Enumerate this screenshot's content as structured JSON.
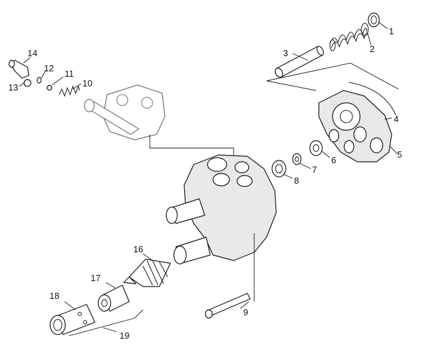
{
  "callouts": {
    "c1": "1",
    "c2": "2",
    "c3": "3",
    "c4": "4",
    "c5": "5",
    "c6": "6",
    "c7": "7",
    "c8": "8",
    "c9": "9",
    "c10": "10",
    "c11": "11",
    "c12": "12",
    "c13": "13",
    "c14": "14",
    "c15": "",
    "c16": "16",
    "c17": "17",
    "c18": "18",
    "c19": "19"
  }
}
